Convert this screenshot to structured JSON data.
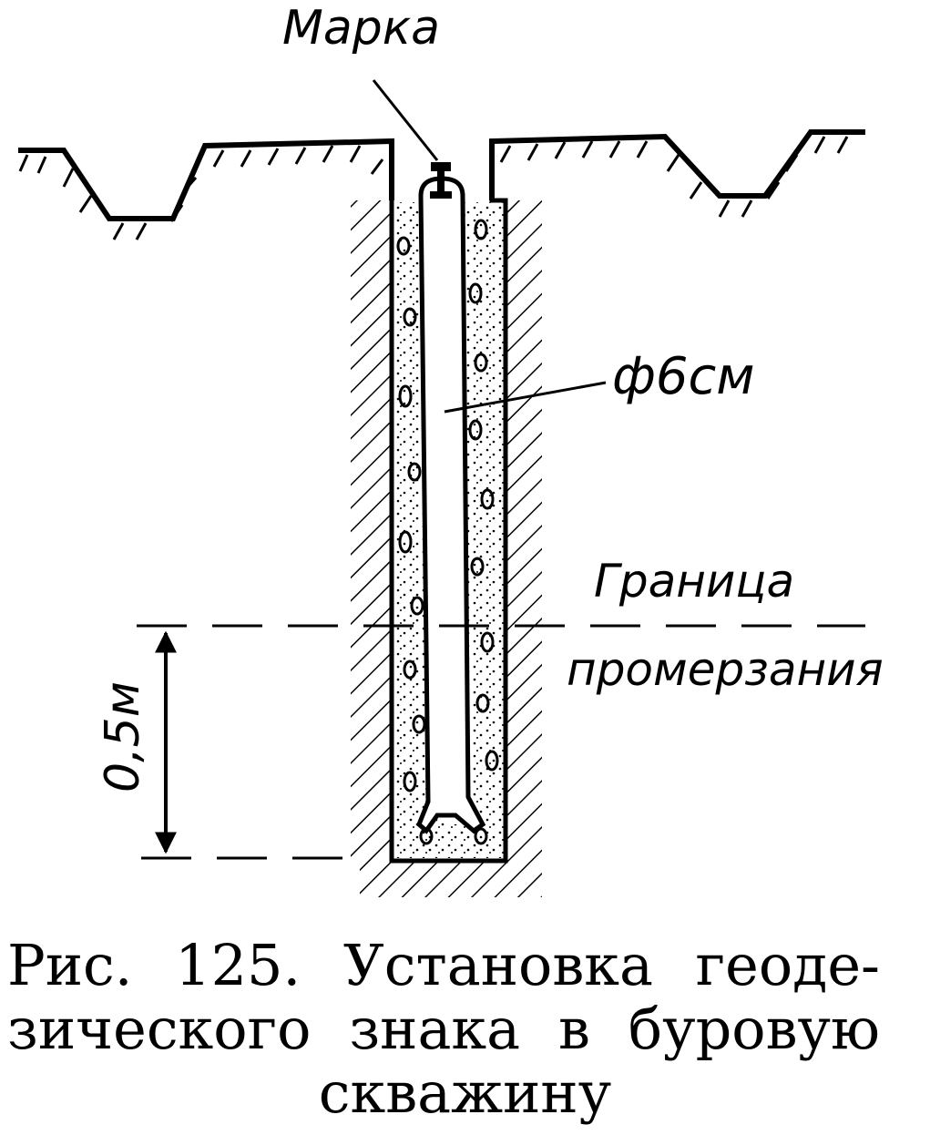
{
  "labels": {
    "mark": "Марка",
    "diameter": "ф6см",
    "freeze_line_1": "Граница",
    "freeze_line_2": "промерзания",
    "depth": "0,5м"
  },
  "caption": {
    "line1": "Рис. 125. Установка геоде-",
    "line2": "зического знака в буровую",
    "line3": "скважину"
  }
}
